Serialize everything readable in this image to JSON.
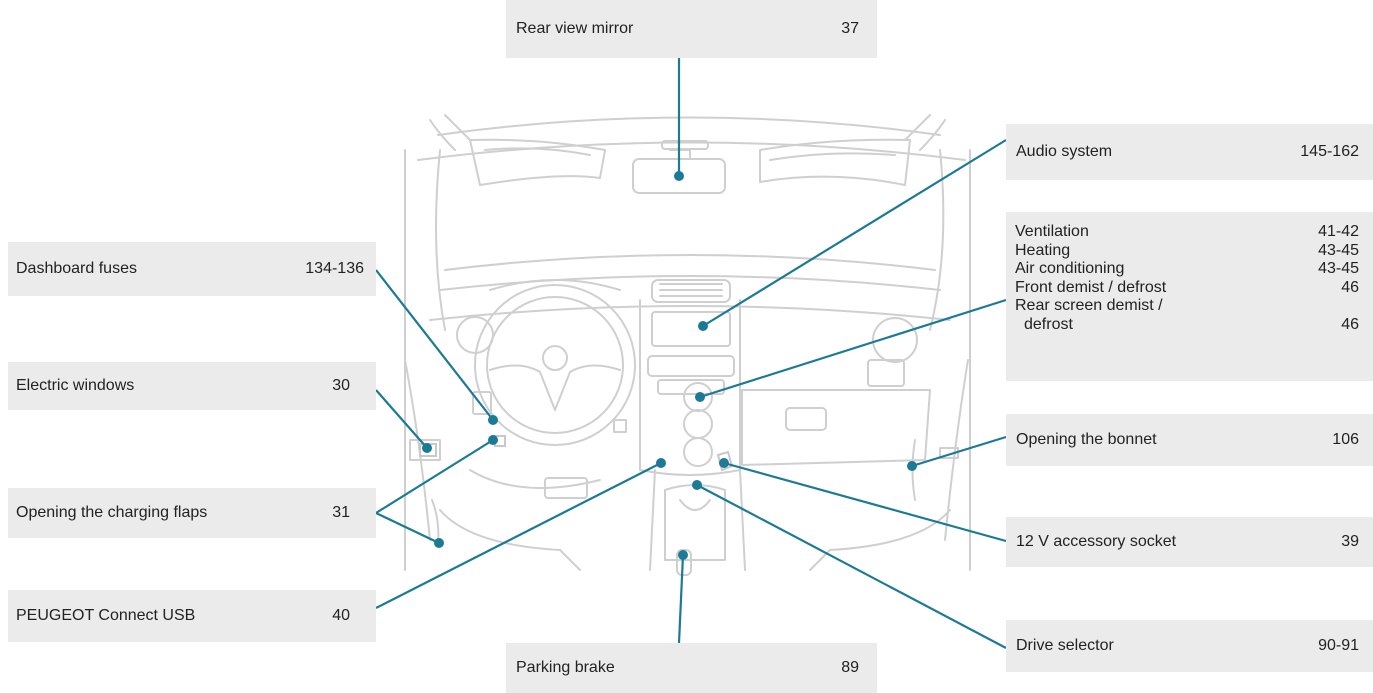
{
  "callouts": {
    "rear_view_mirror": {
      "label": "Rear view mirror",
      "page": "37"
    },
    "audio_system": {
      "label": "Audio system",
      "page": "145-162"
    },
    "dashboard_fuses": {
      "label": "Dashboard fuses",
      "page": "134-136"
    },
    "electric_windows": {
      "label": "Electric windows",
      "page": "30"
    },
    "charging_flaps": {
      "label": "Opening the charging flaps",
      "page": "31"
    },
    "peugeot_usb": {
      "label": "PEUGEOT Connect USB",
      "page": "40"
    },
    "parking_brake": {
      "label": "Parking brake",
      "page": "89"
    },
    "opening_bonnet": {
      "label": "Opening the bonnet",
      "page": "106"
    },
    "accessory_socket": {
      "label": "12 V accessory socket",
      "page": "39"
    },
    "drive_selector": {
      "label": "Drive selector",
      "page": "90-91"
    },
    "climate": {
      "items": [
        {
          "label": "Ventilation",
          "page": "41-42"
        },
        {
          "label": "Heating",
          "page": "43-45"
        },
        {
          "label": "Air conditioning",
          "page": "43-45"
        },
        {
          "label": "Front demist / defrost",
          "page": "46"
        },
        {
          "label": "Rear screen demist /",
          "page": ""
        },
        {
          "label": "defrost",
          "page": "46"
        }
      ]
    }
  },
  "colors": {
    "leader": "#1b7a96",
    "box": "#ebebeb",
    "sketch": "#cfcfcf"
  }
}
